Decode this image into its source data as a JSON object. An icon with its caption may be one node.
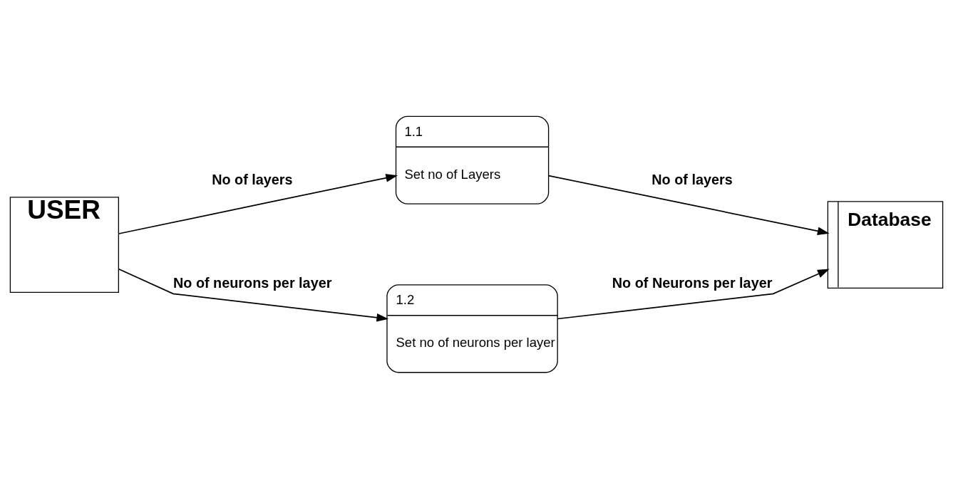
{
  "diagram": {
    "nodes": [
      {
        "text": [
          "USER"
        ]
      },
      {
        "text": [
          "1.1",
          "Set no of Layers"
        ]
      },
      {
        "text": [
          "Database"
        ]
      },
      {
        "text": [
          "1.2",
          "Set no of neurons per layer"
        ]
      }
    ],
    "edges": [
      {
        "from": 0,
        "to": 1,
        "arrow": "to",
        "label": "No of layers"
      },
      {
        "from": 1,
        "to": 2,
        "arrow": "to",
        "label": "No of layers"
      },
      {
        "from": 0,
        "to": 3,
        "arrow": "to",
        "label": "No of neurons per layer"
      },
      {
        "from": 3,
        "to": 2,
        "arrow": "to",
        "label": "No of Neurons per layer"
      }
    ]
  }
}
